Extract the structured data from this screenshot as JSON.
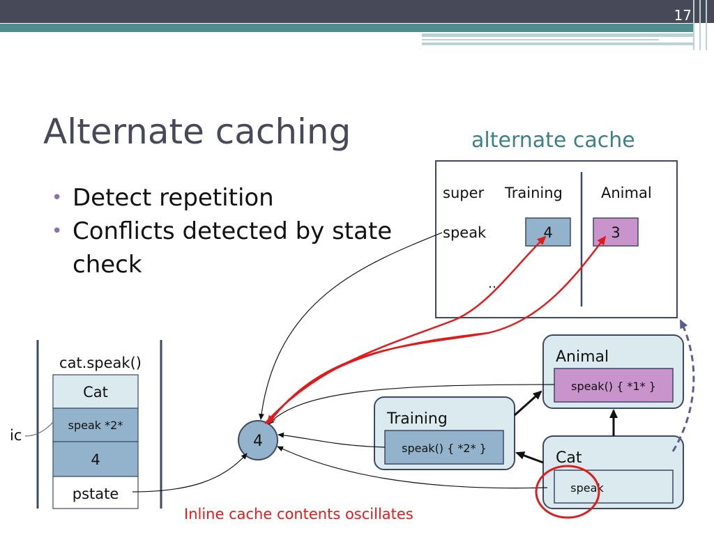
{
  "slide": {
    "number": "17",
    "title": "Alternate caching",
    "bullets": [
      "Detect repetition",
      "Conflicts detected by state check"
    ]
  },
  "alternate_cache": {
    "label": "alternate cache",
    "header_super": "super",
    "header_training": "Training",
    "header_animal": "Animal",
    "row_label": "speak",
    "training_value": "4",
    "animal_value": "3",
    "ellipsis": "…"
  },
  "stack": {
    "call_label": "cat.speak()",
    "cells": [
      "Cat",
      "speak *2*",
      "4",
      "pstate"
    ],
    "ic_label": "ic"
  },
  "state_node": {
    "value": "4"
  },
  "classes": {
    "animal": {
      "name": "Animal",
      "method": "speak() { *1* }"
    },
    "training": {
      "name": "Training",
      "method": "speak() { *2* }"
    },
    "cat": {
      "name": "Cat",
      "method": "speak"
    }
  },
  "caption": "Inline cache contents oscillates",
  "colors": {
    "header_bar": "#474858",
    "accent_teal": "#4f8c8d",
    "box_fill": "#daeaee",
    "box_stroke": "#3c4864",
    "blue_cell": "#93b3cc",
    "purple_cell": "#c993cc",
    "red": "#e01b1b",
    "dashed_arrow": "#5b5b9a"
  }
}
